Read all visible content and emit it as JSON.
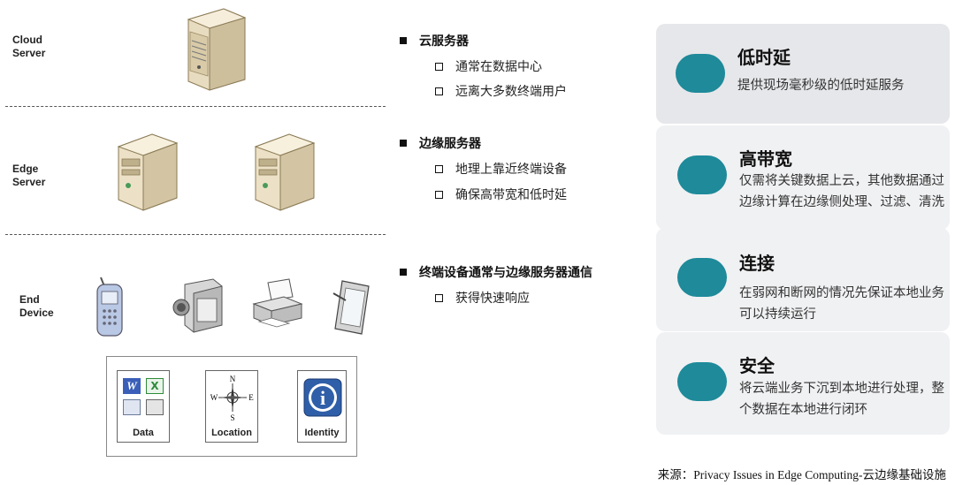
{
  "tiers": {
    "cloud": "Cloud\nServer",
    "edge": "Edge\nServer",
    "end": "End\nDevice"
  },
  "device_icons": [
    "mobile-phone-icon",
    "video-camera-icon",
    "printer-icon",
    "tablet-icon"
  ],
  "info_box": {
    "data": "Data",
    "location": "Location",
    "identity": "Identity",
    "compass": {
      "n": "N",
      "s": "S",
      "w": "W",
      "e": "E"
    },
    "word_letter": "W",
    "excel_letter": "X",
    "identity_letter": "i"
  },
  "bullets": [
    {
      "title": "云服务器",
      "items": [
        "通常在数据中心",
        "远离大多数终端用户"
      ]
    },
    {
      "title": "边缘服务器",
      "items": [
        "地理上靠近终端设备",
        "确保高带宽和低时延"
      ]
    },
    {
      "title": "终端设备通常与边缘服务器通信",
      "items": [
        "获得快速响应"
      ]
    }
  ],
  "cards": [
    {
      "title": "低时延",
      "desc": "提供现场毫秒级的低时延服务"
    },
    {
      "title": "高带宽",
      "desc": "仅需将关键数据上云，其他数据通过边缘计算在边缘侧处理、过滤、清洗"
    },
    {
      "title": "连接",
      "desc": "在弱网和断网的情况先保证本地业务可以持续运行"
    },
    {
      "title": "安全",
      "desc": "将云端业务下沉到本地进行处理，整个数据在本地进行闭环"
    }
  ],
  "colors": {
    "accent": "#1e8a9a",
    "card_bg": "#f0f1f3"
  },
  "source": "来源：Privacy Issues in Edge Computing-云边缘基础设施"
}
